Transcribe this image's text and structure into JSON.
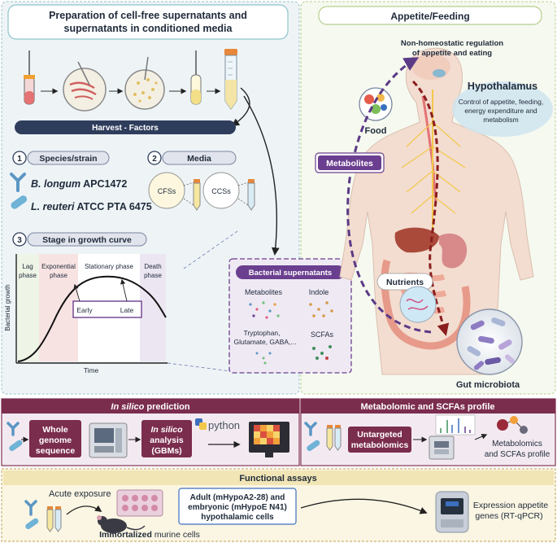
{
  "left_panel": {
    "title_line1": "Preparation of cell-free supernatants and",
    "title_line2": "supernatants in conditioned media",
    "harvest_label": "Harvest - Factors",
    "step1": {
      "num": "1",
      "label": "Species/strain"
    },
    "strain1": {
      "italic": "B. longum",
      "rest": " APC1472"
    },
    "strain2": {
      "italic": "L. reuteri",
      "rest": " ATCC PTA 6475"
    },
    "step2": {
      "num": "2",
      "label": "Media"
    },
    "cfs_label": "CFSs",
    "ccs_label": "CCSs",
    "step3": {
      "num": "3",
      "label": "Stage in growth curve"
    },
    "growth_chart": {
      "ylabel": "Bacterial growth",
      "xlabel": "Time",
      "phase_lag_1": "Lag",
      "phase_lag_2": "phase",
      "phase_exp_1": "Exponential",
      "phase_exp_2": "phase",
      "phase_stationary": "Stationary phase",
      "phase_death_1": "Death",
      "phase_death_2": "phase",
      "early": "Early",
      "late": "Late"
    }
  },
  "supernatants": {
    "title": "Bacterial supernatants",
    "metabolites": "Metabolites",
    "indole": "Indole",
    "amino_1": "Tryptophan,",
    "amino_2": "Glutamate, GABA,...",
    "scfas": "SCFAs"
  },
  "right_panel": {
    "title": "Appetite/Feeding",
    "nonhomeo_1": "Non-homeostatic regulation",
    "nonhomeo_2": "of appetite and eating",
    "hypothalamus": "Hypothalamus",
    "hypo_1": "Control of appetite, feeding,",
    "hypo_2": "energy expenditure and",
    "hypo_3": "metabolism",
    "food": "Food",
    "metabolites_badge": "Metabolites",
    "nutrients": "Nutrients",
    "gut_microbiota": "Gut microbiota"
  },
  "insilico": {
    "title_italic": "In silico",
    "title_rest": " prediction",
    "whole_1": "Whole",
    "whole_2": "genome",
    "whole_3": "sequence",
    "analysis_italic": "In silico",
    "analysis_2": "analysis",
    "analysis_3": "(GBMs)",
    "python": "python"
  },
  "metabolomic": {
    "title": "Metabolomic and SCFAs profile",
    "untargeted_1": "Untargeted",
    "untargeted_2": "metabolomics",
    "result_1": "Metabolomics",
    "result_2": "and SCFAs profile"
  },
  "functional": {
    "title": "Functional assays",
    "acute": "Acute exposure",
    "cells_1": "Adult (mHypoA2-28) and",
    "cells_2": "embryonic (mHypoE N41)",
    "cells_3": "hypothalamic cells",
    "immortalized_bold": "Immortalized",
    "immortalized_rest": " murine cells",
    "expr_1": "Expression appetite",
    "expr_2": "genes (RT-qPCR)"
  },
  "colors": {
    "navy": "#2f3d5c",
    "purple": "#6b3f8f",
    "maroon": "#7b2d4e",
    "lavender": "#e6dcef",
    "left_bg": "#eef4f6",
    "right_bg": "#f6f9ef",
    "func_bg": "#fbf6e3",
    "lag_bg": "#eef4e6",
    "exp_bg": "#f8e3e3",
    "death_bg": "#ece6f2",
    "arrow_red": "#8a1d1d"
  }
}
